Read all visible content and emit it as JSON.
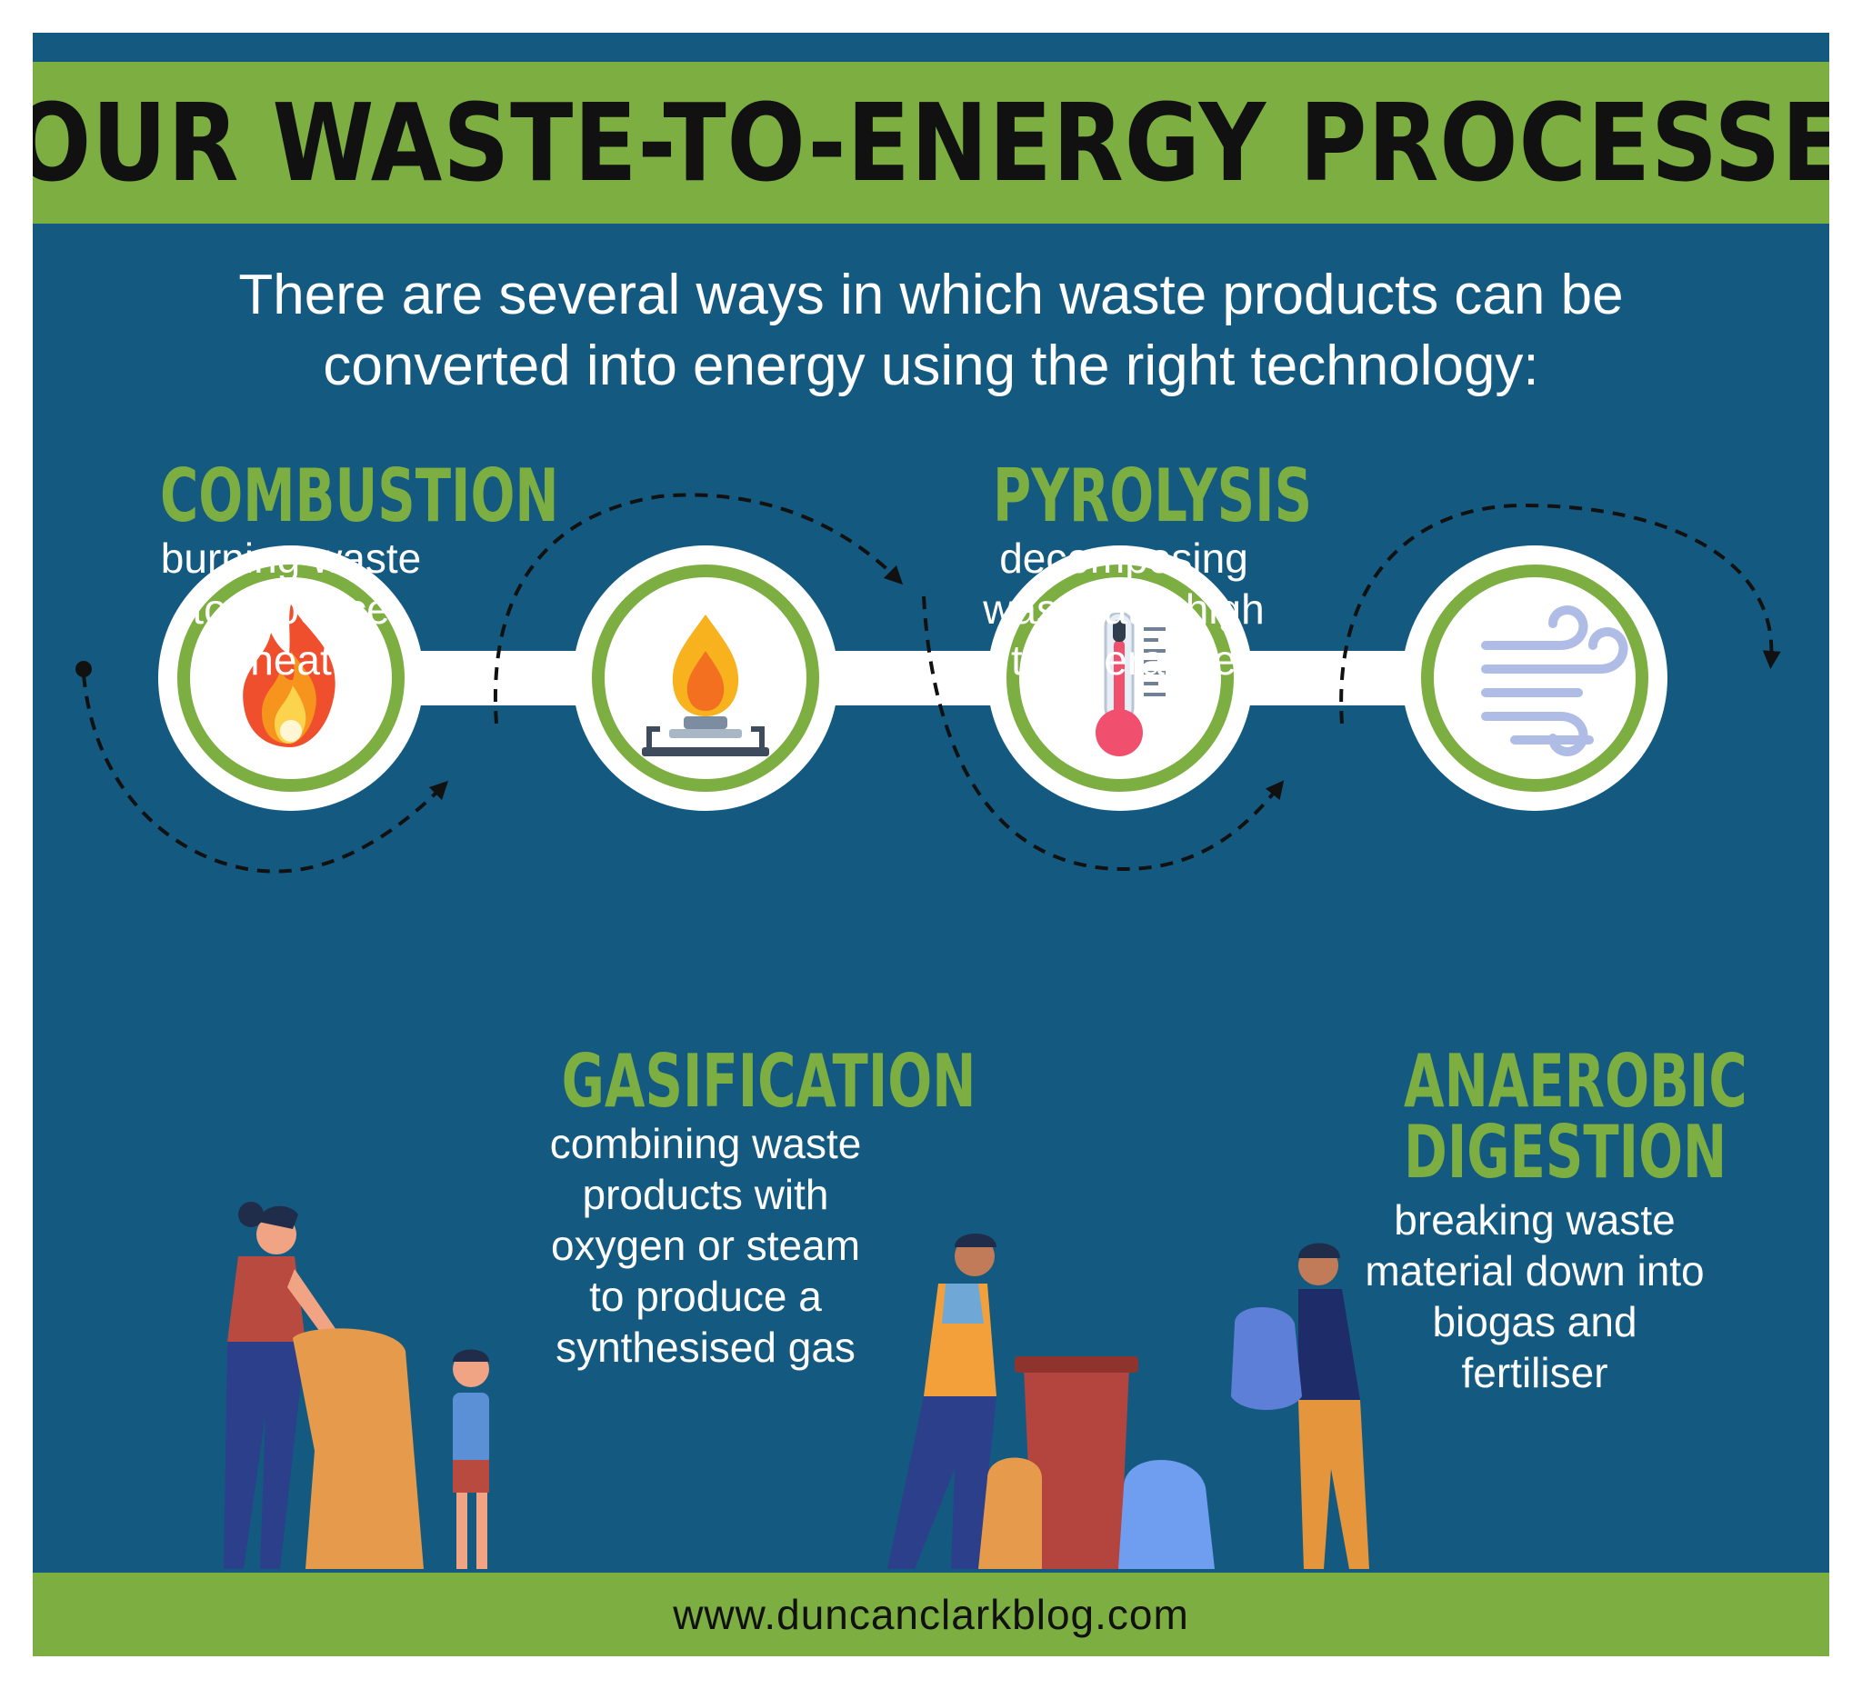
{
  "title": "FOUR WASTE-TO-ENERGY PROCESSES",
  "intro": [
    "There are several ways in which waste products can be",
    "converted into energy using the right technology:"
  ],
  "processes": [
    {
      "name": [
        "COMBUSTION"
      ],
      "description": [
        "burning waste",
        "to produce",
        "heat"
      ],
      "icon": "flame-icon"
    },
    {
      "name": [
        "GASIFICATION"
      ],
      "description": [
        "combining waste",
        "products with",
        "oxygen or steam",
        "to produce a",
        "synthesised gas"
      ],
      "icon": "gas-burner-icon"
    },
    {
      "name": [
        "PYROLYSIS"
      ],
      "description": [
        "decomposing",
        "waste at a high",
        "temperature"
      ],
      "icon": "thermometer-icon"
    },
    {
      "name": [
        "ANAEROBIC",
        "DIGESTION"
      ],
      "description": [
        "breaking waste",
        "material down into",
        "biogas and",
        "fertiliser"
      ],
      "icon": "wind-icon"
    }
  ],
  "footer": {
    "url": "www.duncanclarkblog.com"
  },
  "colors": {
    "background": "#145a80",
    "accent": "#7cae42",
    "text": "#ffffff"
  }
}
